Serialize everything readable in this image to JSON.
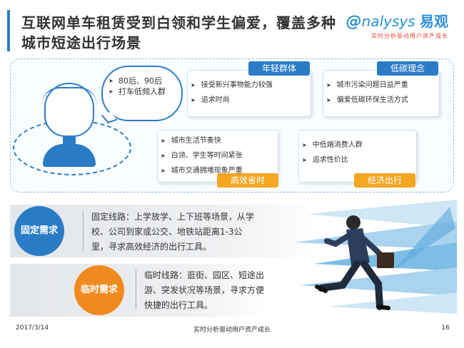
{
  "title": {
    "line1": "互联网单车租赁受到白领和学生偏爱，覆盖多种",
    "line2": "城市短途出行场景"
  },
  "logo": {
    "brand": "nalysys",
    "brand_cn": "易观",
    "tagline": "实时分析驱动用户资产成长"
  },
  "bubble": {
    "item1": "80后、90后",
    "item2": "打车低频人群"
  },
  "cards": {
    "young": {
      "tag": "年轻群体",
      "items": [
        "接受新兴事物能力较强",
        "追求时尚"
      ]
    },
    "lowcarbon": {
      "tag": "低碳理念",
      "items": [
        "城市污染问题日益严重",
        "偏爱低碳环保生活方式"
      ]
    },
    "efficient": {
      "tag": "高效省时",
      "items": [
        "城市生活节奏快",
        "白领、学生等时间紧张",
        "城市交通拥堵现象严重"
      ]
    },
    "economic": {
      "tag": "经济出行",
      "items": [
        "中低端消费人群",
        "追求性价比"
      ]
    }
  },
  "needs": {
    "fixed": {
      "label": "固定需求",
      "line1": "固定线路：上学放学、上下班等场景，从学",
      "line2": "校、公司到家或公交、地铁站距离1-3公",
      "line3": "里，寻求高效经济的出行工具。"
    },
    "temp": {
      "label": "临时需求",
      "line1": "临时线路：逛街、园区、短途出",
      "line2": "游、突发状况等场景，寻求方便",
      "line3": "快捷的出行工具。"
    }
  },
  "footer": {
    "date": "2017/3/14",
    "center": "实时分析驱动用户资产成长",
    "page": "16"
  },
  "colors": {
    "accent": "#2b7cc7",
    "orange": "#f5a623"
  }
}
